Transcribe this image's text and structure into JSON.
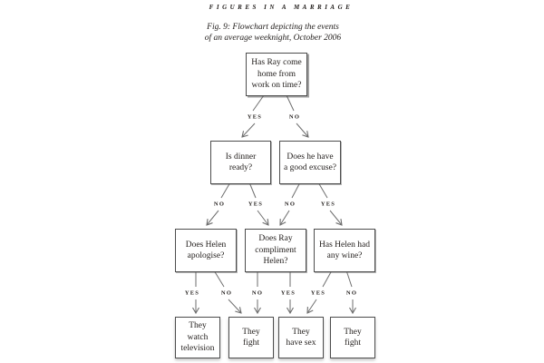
{
  "page": {
    "running_header": "FIGURES IN A MARRIAGE",
    "figure_caption": {
      "line1": "Fig. 9:  Flowchart depicting the events",
      "line2": "of an average weeknight, October 2006"
    }
  },
  "flowchart": {
    "nodes": {
      "root": {
        "lines": [
          "Has Ray come",
          "home from",
          "work on time?"
        ]
      },
      "dinner": {
        "lines": [
          "Is dinner",
          "ready?"
        ]
      },
      "excuse": {
        "lines": [
          "Does he have",
          "a good excuse?"
        ]
      },
      "apologise": {
        "lines": [
          "Does Helen",
          "apologise?"
        ]
      },
      "compliment": {
        "lines": [
          "Does Ray",
          "compliment",
          "Helen?"
        ]
      },
      "wine": {
        "lines": [
          "Has Helen had",
          "any wine?"
        ]
      },
      "watch_tv": {
        "lines": [
          "They",
          "watch",
          "television"
        ]
      },
      "fight_left": {
        "lines": [
          "They",
          "fight"
        ]
      },
      "have_sex": {
        "lines": [
          "They",
          "have sex"
        ]
      },
      "fight_right": {
        "lines": [
          "They",
          "fight"
        ]
      }
    },
    "edge_labels": {
      "root_yes": "YES",
      "root_no": "NO",
      "dinner_no": "NO",
      "dinner_yes": "YES",
      "excuse_no": "NO",
      "excuse_yes": "YES",
      "apologise_yes": "YES",
      "apologise_no": "NO",
      "compliment_no": "NO",
      "compliment_yes": "YES",
      "wine_yes": "YES",
      "wine_no": "NO"
    },
    "colors": {
      "ink": "#201c1a",
      "box_border": "#4d4d4d",
      "line": "#6e6e6e"
    }
  }
}
